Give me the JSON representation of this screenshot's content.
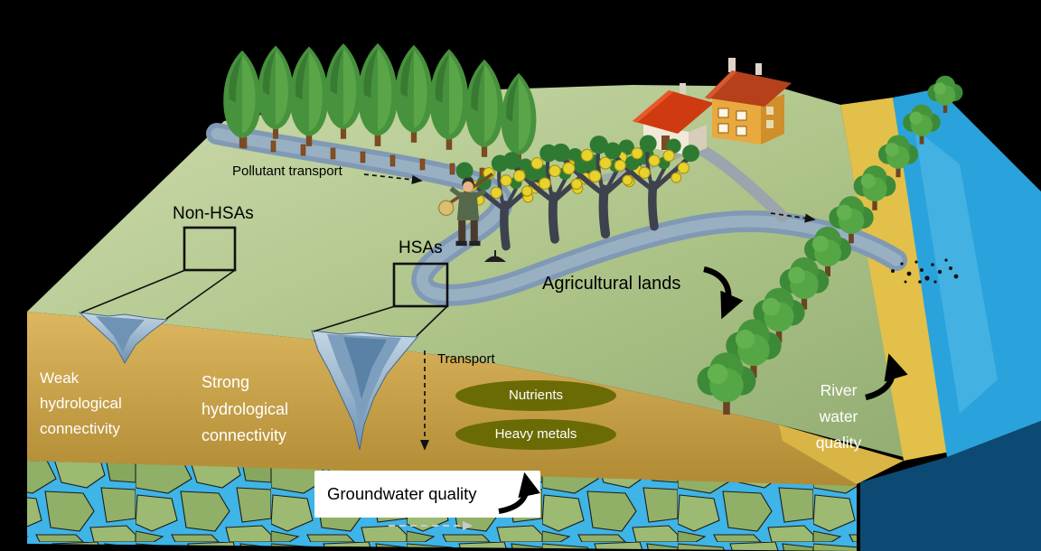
{
  "labels": {
    "pollutant_transport": "Pollutant transport",
    "non_hsas": "Non-HSAs",
    "hsas": "HSAs",
    "agricultural_lands": "Agricultural lands",
    "weak_connectivity": "Weak hydrological connectivity",
    "strong_connectivity": "Strong hydrological connectivity",
    "transport": "Transport",
    "nutrients": "Nutrients",
    "heavy_metals": "Heavy metals",
    "river_water_quality": "River water quality",
    "groundwater_quality": "Groundwater quality"
  },
  "colors": {
    "background": "#000000",
    "grass_light": "#cedcae",
    "grass_dark": "#93ad72",
    "soil_light": "#dcb75f",
    "soil_dark": "#b08a33",
    "bank_gold": "#e2c04a",
    "river": "#2aa3dc",
    "river_front": "#0d4a73",
    "stream": "#8099b4",
    "groundwater_rock": "#8fb066",
    "groundwater_water": "#3fb4e6",
    "funnel_blue": "#7d9fbd",
    "pill_olive": "#6b6b05",
    "arrow_black": "#000000",
    "text_light": "#ffffff",
    "text_dark": "#000000"
  }
}
